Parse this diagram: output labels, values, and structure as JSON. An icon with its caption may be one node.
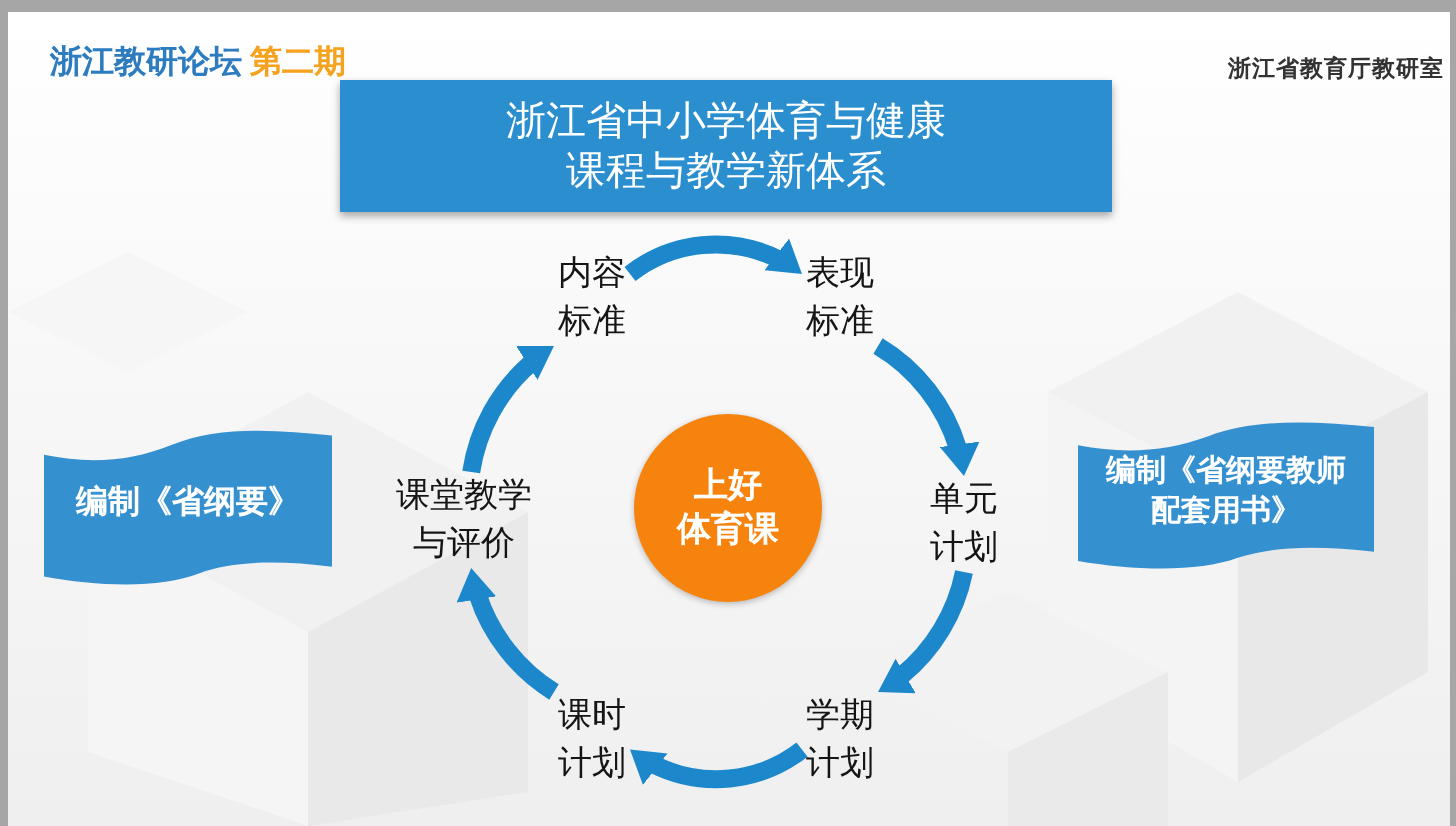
{
  "diagram": {
    "nodes": [
      {
        "text": [
          "浙江省中小学体育与健康课程与教学新体系"
        ]
      },
      {
        "text": [
          "内容标准"
        ]
      },
      {
        "text": [
          "表现标准"
        ]
      },
      {
        "text": [
          "编制《省纲要》"
        ]
      },
      {
        "text": [
          "课堂教学与评价"
        ]
      },
      {
        "text": [
          "上好体育课"
        ]
      },
      {
        "text": [
          "单元计划"
        ]
      },
      {
        "text": [
          "编制《省纲要教师配套用书》"
        ]
      },
      {
        "text": [
          "课时计划"
        ]
      },
      {
        "text": [
          "学期计划"
        ]
      }
    ],
    "edges": [
      {
        "from": 1,
        "to": 2,
        "arrow": "to"
      },
      {
        "from": 2,
        "to": 6,
        "arrow": "to"
      },
      {
        "from": 6,
        "to": 9,
        "arrow": "to"
      },
      {
        "from": 9,
        "to": 8,
        "arrow": "to"
      },
      {
        "from": 8,
        "to": 4,
        "arrow": "to"
      },
      {
        "from": 4,
        "to": 1,
        "arrow": "to"
      }
    ],
    "labels": [
      "浙江教研论坛",
      "第二期",
      "浙江省教育厅教研室"
    ]
  }
}
